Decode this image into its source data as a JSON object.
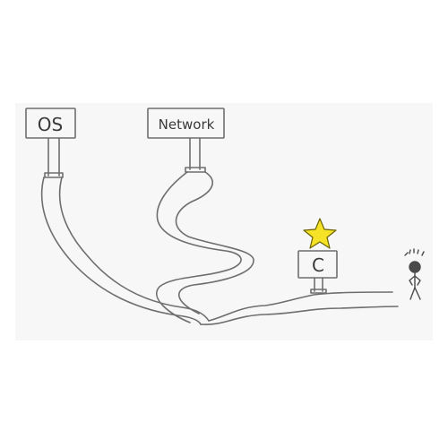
{
  "signs": {
    "os": {
      "label": "OS"
    },
    "network": {
      "label": "Network"
    },
    "c": {
      "label": "C"
    }
  },
  "icons": {
    "goal": "star-icon",
    "person": "stick-figure-icon"
  },
  "colors": {
    "pencil": "#6e6e6e",
    "star_fill": "#f6e227",
    "star_outline": "#6a6200",
    "background": "#f7f7f7"
  }
}
